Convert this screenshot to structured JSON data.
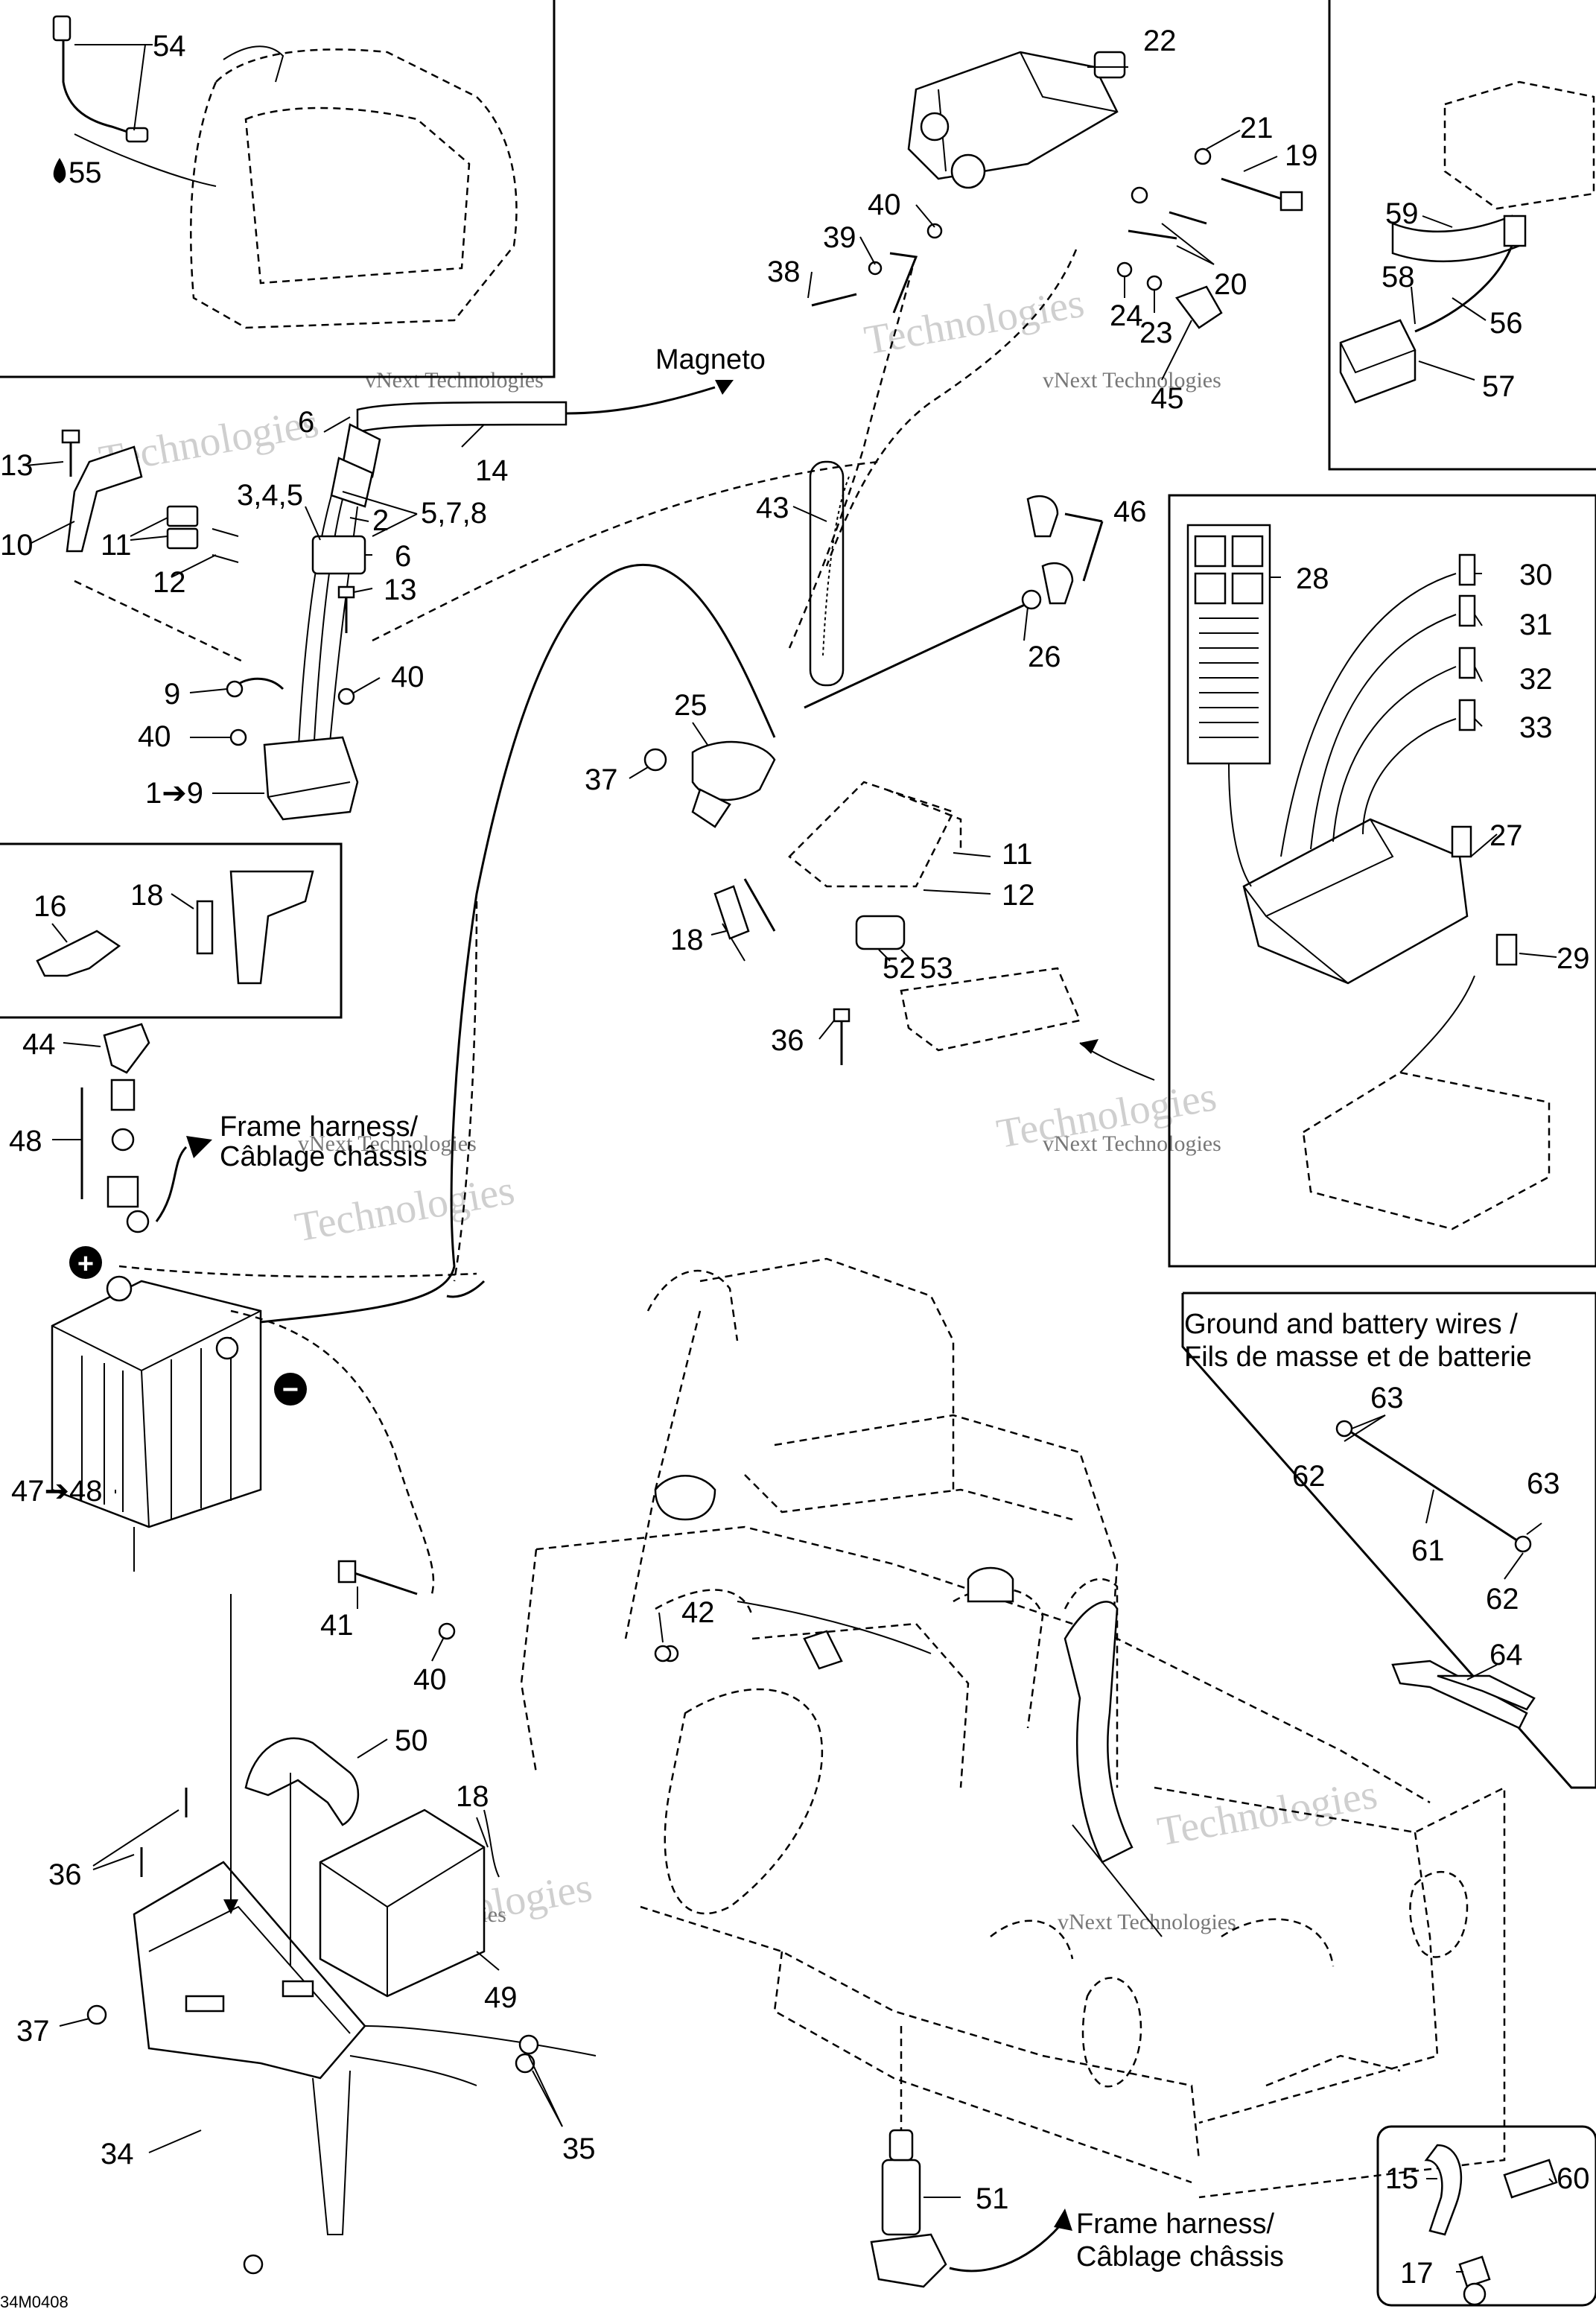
{
  "labels": {
    "p54": "54",
    "p55": "55",
    "p22": "22",
    "p21": "21",
    "p19": "19",
    "p40a": "40",
    "p39": "39",
    "p38": "38",
    "p20": "20",
    "p24": "24",
    "p23": "23",
    "p45": "45",
    "p59": "59",
    "p58": "58",
    "p56": "56",
    "p57": "57",
    "p6a": "6",
    "p14": "14",
    "p13a": "13",
    "p10": "10",
    "p11a": "11",
    "p12a": "12",
    "p345": "3,4,5",
    "p2": "2",
    "p578": "5,7,8",
    "p6b": "6",
    "p13b": "13",
    "p9": "9",
    "p40b": "40",
    "p40c": "40",
    "p19range": "1➔9",
    "p43": "43",
    "p46": "46",
    "p26": "26",
    "p28": "28",
    "p30": "30",
    "p31": "31",
    "p32": "32",
    "p33": "33",
    "p25": "25",
    "p37a": "37",
    "p11b": "11",
    "p12b": "12",
    "p18a": "18",
    "p52": "52",
    "p53": "53",
    "p36a": "36",
    "p27": "27",
    "p29": "29",
    "p16": "16",
    "p18b": "18",
    "p44": "44",
    "p48": "48",
    "p4748": "47➔48",
    "p41": "41",
    "p40d": "40",
    "p42": "42",
    "p50": "50",
    "p18c": "18",
    "p36b": "36",
    "p37b": "37",
    "p49": "49",
    "p34": "34",
    "p35": "35",
    "p51": "51",
    "p63a": "63",
    "p62a": "62",
    "p63b": "63",
    "p61": "61",
    "p62b": "62",
    "p64": "64",
    "p15": "15",
    "p60": "60",
    "p17": "17"
  },
  "callouts": {
    "magneto": "Magneto",
    "frame_harness_top_1": "Frame harness/",
    "frame_harness_top_2": "Câblage châssis",
    "frame_harness_bottom_1": "Frame harness/",
    "frame_harness_bottom_2": "Câblage châssis",
    "ground_title_1": "Ground and battery wires /",
    "ground_title_2": "Fils de masse et de batterie",
    "plus": "+",
    "minus": "−",
    "figure_code": "34M0408"
  },
  "watermark": {
    "line1": "vNext Technologies",
    "line2": "Technologies",
    "vnext": "vNext"
  }
}
